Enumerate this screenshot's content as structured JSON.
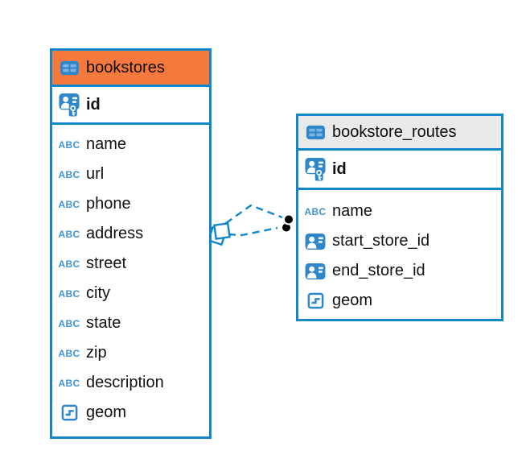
{
  "canvas": {
    "background": "#ffffff"
  },
  "colors": {
    "accent_blue": "#1187c9",
    "icon_blue": "#2e86cb",
    "icon_cell_blue": "#7db3e2",
    "header_orange": "#f5793c",
    "header_gray": "#e9e9e9",
    "text": "#111111",
    "relation_line": "#1187c9",
    "relation_dot": "#000000"
  },
  "icons": {
    "text_type_label": "ABC"
  },
  "tables": [
    {
      "name": "bookstores",
      "header_style": "orange",
      "columns": [
        {
          "name": "id",
          "type_icon": "primary-key"
        },
        {
          "name": "name",
          "type_icon": "text"
        },
        {
          "name": "url",
          "type_icon": "text"
        },
        {
          "name": "phone",
          "type_icon": "text"
        },
        {
          "name": "address",
          "type_icon": "text"
        },
        {
          "name": "street",
          "type_icon": "text"
        },
        {
          "name": "city",
          "type_icon": "text"
        },
        {
          "name": "state",
          "type_icon": "text"
        },
        {
          "name": "zip",
          "type_icon": "text"
        },
        {
          "name": "description",
          "type_icon": "text"
        },
        {
          "name": "geom",
          "type_icon": "geometry"
        }
      ]
    },
    {
      "name": "bookstore_routes",
      "header_style": "gray",
      "columns": [
        {
          "name": "id",
          "type_icon": "primary-key"
        },
        {
          "name": "name",
          "type_icon": "text"
        },
        {
          "name": "start_store_id",
          "type_icon": "person-reference"
        },
        {
          "name": "end_store_id",
          "type_icon": "person-reference"
        },
        {
          "name": "geom",
          "type_icon": "geometry"
        }
      ]
    }
  ],
  "relationships": [
    {
      "from_table": "bookstores",
      "to_table": "bookstore_routes",
      "line_style": "dashed",
      "source_marker": "overlapping-squares",
      "target_marker": "filled-dot"
    },
    {
      "from_table": "bookstores",
      "to_table": "bookstore_routes",
      "line_style": "dashed",
      "source_marker": "overlapping-squares",
      "target_marker": "filled-dot"
    }
  ]
}
